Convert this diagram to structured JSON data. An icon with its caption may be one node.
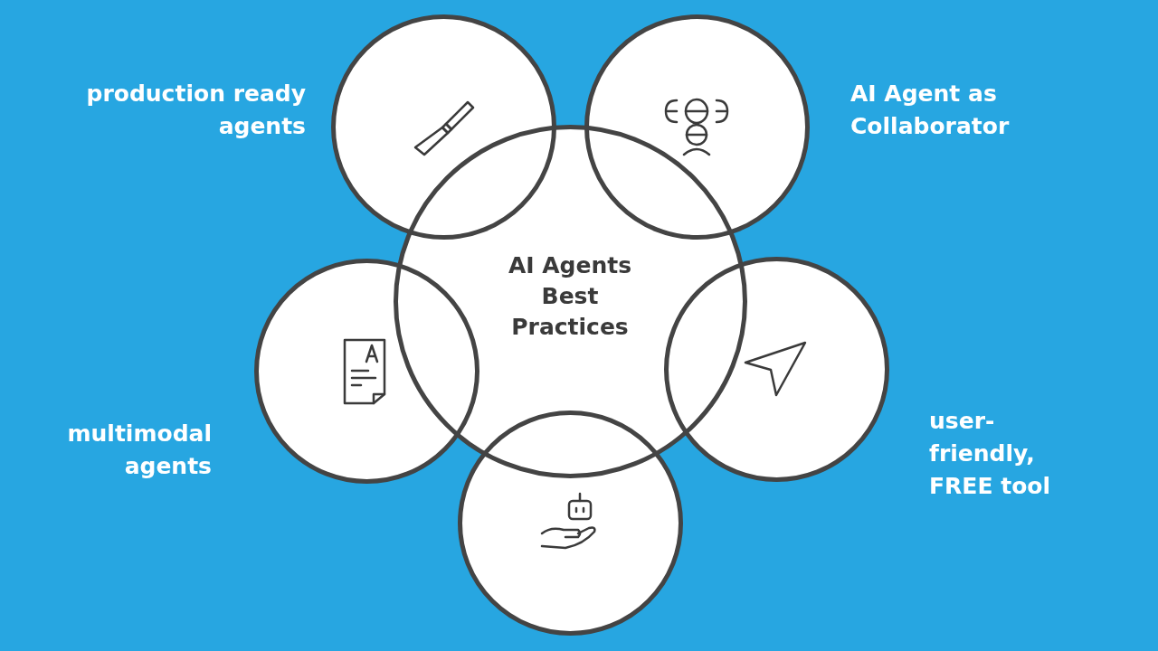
{
  "diagram": {
    "nodes": [
      {
        "text": [],
        "shape": "circle",
        "beside": [
          "production ready agents"
        ]
      },
      {
        "text": [],
        "shape": "circle",
        "beside": [
          "AI Agent as Collaborator"
        ]
      },
      {
        "text": [
          "AI Agents Best Practices"
        ]
      },
      {
        "text": [],
        "shape": "circle",
        "beside": [
          "multimodal agents"
        ]
      },
      {
        "text": [],
        "shape": "circle",
        "beside": [
          "user-friendly, FREE tool"
        ]
      },
      {
        "text": [],
        "shape": "circle"
      }
    ]
  }
}
